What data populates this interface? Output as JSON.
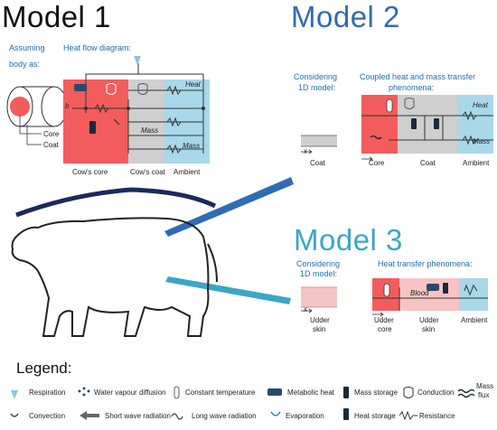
{
  "model1": {
    "title": "Model 1",
    "assuming": "Assuming",
    "body_as": "body as:",
    "heat_flow": "Heat flow diagram:",
    "core": "Core",
    "coat": "Coat",
    "b_label": "b",
    "cows_core": "Cow's core",
    "cows_coat": "Cow's coat",
    "ambient": "Ambient",
    "heat": "Heat",
    "mass": "Mass",
    "mass2": "Mass"
  },
  "model2": {
    "title": "Model 2",
    "considering": "Considering",
    "one_d": "1D model:",
    "coupled": "Coupled heat and mass transfer",
    "phenomena": "phenomena:",
    "coat_small": "Coat",
    "core": "Core",
    "coat": "Coat",
    "ambient": "Ambient",
    "heat": "Heat",
    "mass": "Mass",
    "x": "x"
  },
  "model3": {
    "title": "Model 3",
    "considering": "Considering",
    "one_d": "1D model:",
    "heat_transfer": "Heat transfer phenomena:",
    "udder_skin": "Udder",
    "udder_skin2": "skin",
    "udder_core": "Udder",
    "udder_core2": "core",
    "udder_skin_b": "Udder",
    "udder_skin_b2": "skin",
    "ambient": "Ambient",
    "blood": "Blood",
    "x": "x"
  },
  "legend": {
    "title": "Legend:",
    "items": [
      "Respiration",
      "Water vapour diffusion",
      "Constant temperature",
      "Metabolic heat",
      "Mass storage",
      "Conduction",
      "Mass",
      "flux",
      "Convection",
      "Short wave radiation",
      "Long wave radiation",
      "Evaporation",
      "Heat storage",
      "Resistance"
    ]
  },
  "colors": {
    "core_red": "#f25c5c",
    "coat_grey": "#cfcfcf",
    "ambient_blue": "#a8d8ea",
    "model2_blue": "#2f6cb3",
    "model3_cyan": "#3aa6c8",
    "udder_pink": "#f7c4c4",
    "brace_navy": "#1b2a5a"
  }
}
